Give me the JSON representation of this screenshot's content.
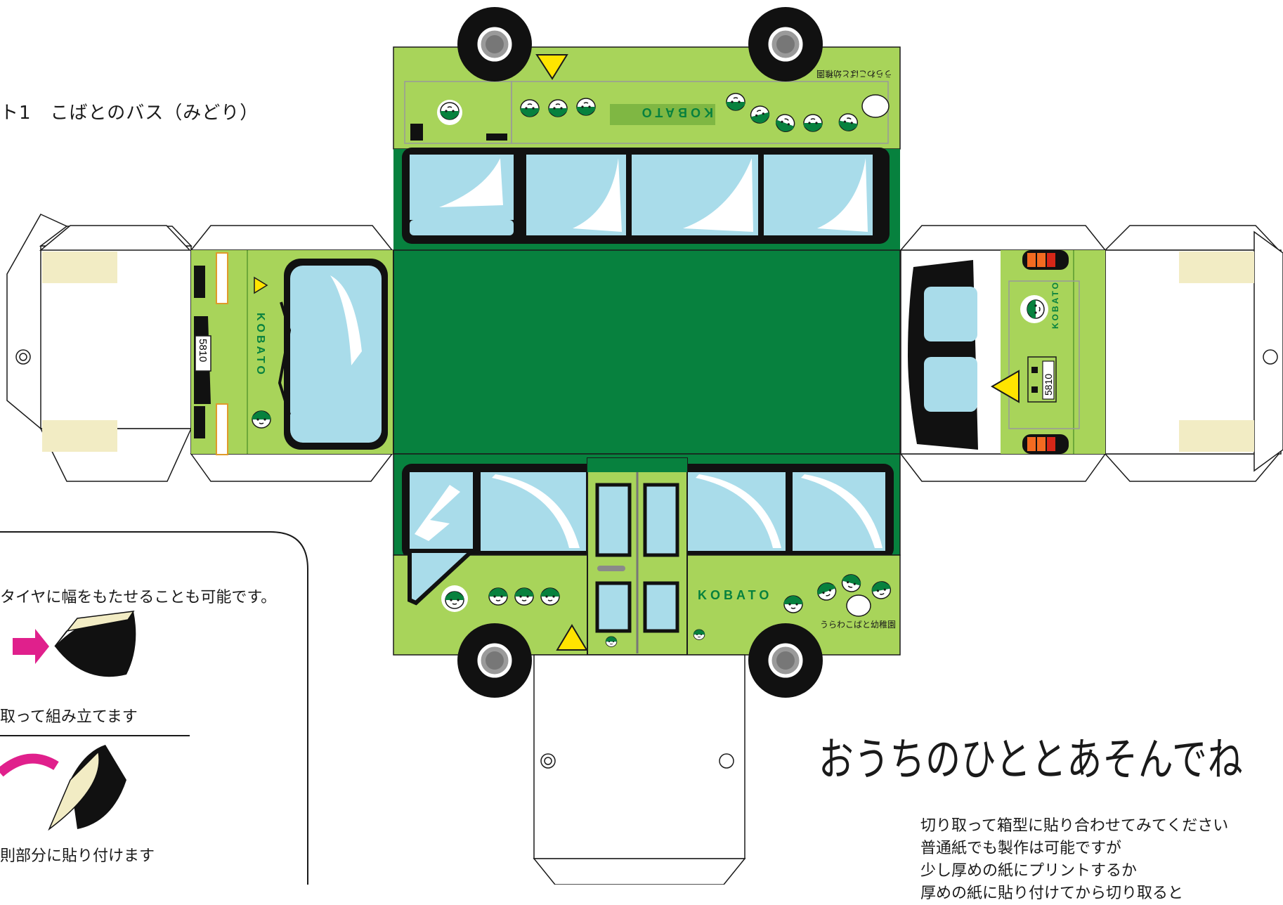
{
  "title": "ト1　こばとのバス（みどり）",
  "brand": {
    "logo_text": "KOBATO",
    "kindergarten_name": "うらわこばと幼稚園",
    "license_plate": "5810"
  },
  "instructions": {
    "tire_width_note": "タイヤに幅をもたせることも可能です。",
    "step_cut_assemble": "取って組み立てます",
    "step_attach": "則部分に貼り付けます"
  },
  "message": "おうちのひととあそんでね",
  "directions": [
    "切り取って箱型に貼り合わせてみてください",
    "普通紙でも製作は可能ですが",
    "少し厚めの紙にプリントするか",
    "厚めの紙に貼り付けてから切り取ると"
  ],
  "colors": {
    "body_lime": "#a8d45a",
    "roof_green": "#07813e",
    "window_blue": "#a9dcea",
    "outline": "#1a1a1a",
    "tab_cream": "#f2ecc4",
    "warning_yellow": "#ffe400",
    "tail_light_orange": "#f36b21",
    "tail_light_red": "#d62718",
    "arrow_magenta": "#e0208c",
    "tire_black": "#111111",
    "hub_grey": "#9a9a9a"
  },
  "icons": [
    "kobato-bird-icon",
    "warning-triangle-icon",
    "pin-hole-icon",
    "speech-bubble-icon",
    "pink-arrow-icon",
    "curved-arrow-icon"
  ]
}
